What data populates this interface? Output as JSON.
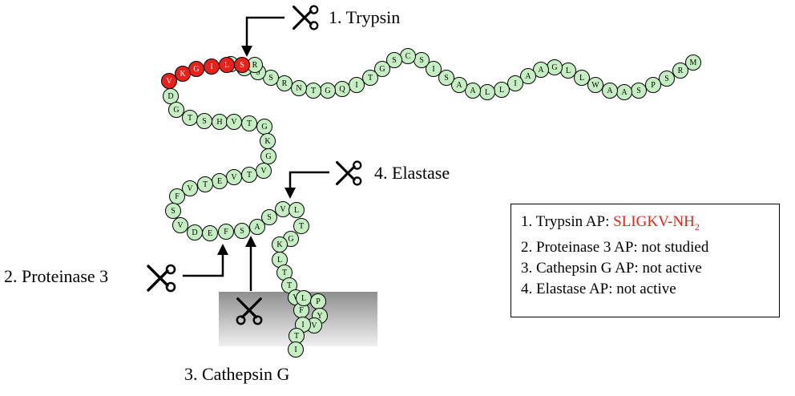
{
  "colors": {
    "residue_fill": "#c6eec3",
    "residue_highlight": "#e8221a",
    "membrane_top": "#8f8f8f",
    "membrane_bottom": "#f0f0f0",
    "highlight_text": "#e8221a"
  },
  "icons": {
    "protease": "scissors-icon"
  },
  "cleavage_sites": {
    "trypsin": "1. Trypsin",
    "elastase": "4. Elastase",
    "proteinase3": "2. Proteinase 3",
    "cathepsin_g": "3. Cathepsin G"
  },
  "sequence": [
    {
      "aa": "M",
      "hl": false
    },
    {
      "aa": "R",
      "hl": false
    },
    {
      "aa": "S",
      "hl": false
    },
    {
      "aa": "P",
      "hl": false
    },
    {
      "aa": "S",
      "hl": false
    },
    {
      "aa": "A",
      "hl": false
    },
    {
      "aa": "A",
      "hl": false
    },
    {
      "aa": "W",
      "hl": false
    },
    {
      "aa": "L",
      "hl": false
    },
    {
      "aa": "L",
      "hl": false
    },
    {
      "aa": "G",
      "hl": false
    },
    {
      "aa": "A",
      "hl": false
    },
    {
      "aa": "A",
      "hl": false
    },
    {
      "aa": "I",
      "hl": false
    },
    {
      "aa": "L",
      "hl": false
    },
    {
      "aa": "L",
      "hl": false
    },
    {
      "aa": "A",
      "hl": false
    },
    {
      "aa": "A",
      "hl": false
    },
    {
      "aa": "S",
      "hl": false
    },
    {
      "aa": "I",
      "hl": false
    },
    {
      "aa": "S",
      "hl": false
    },
    {
      "aa": "C",
      "hl": false
    },
    {
      "aa": "S",
      "hl": false
    },
    {
      "aa": "G",
      "hl": false
    },
    {
      "aa": "T",
      "hl": false
    },
    {
      "aa": "I",
      "hl": false
    },
    {
      "aa": "Q",
      "hl": false
    },
    {
      "aa": "G",
      "hl": false
    },
    {
      "aa": "T",
      "hl": false
    },
    {
      "aa": "N",
      "hl": false
    },
    {
      "aa": "R",
      "hl": false
    },
    {
      "aa": "S",
      "hl": false
    },
    {
      "aa": "S",
      "hl": false
    },
    {
      "aa": "K",
      "hl": false
    },
    {
      "aa": "G",
      "hl": false
    },
    {
      "aa": "R",
      "hl": false
    },
    {
      "aa": "S",
      "hl": true
    },
    {
      "aa": "L",
      "hl": true
    },
    {
      "aa": "I",
      "hl": true
    },
    {
      "aa": "G",
      "hl": true
    },
    {
      "aa": "K",
      "hl": true
    },
    {
      "aa": "V",
      "hl": true
    },
    {
      "aa": "D",
      "hl": false
    },
    {
      "aa": "G",
      "hl": false
    },
    {
      "aa": "T",
      "hl": false
    },
    {
      "aa": "S",
      "hl": false
    },
    {
      "aa": "H",
      "hl": false
    },
    {
      "aa": "V",
      "hl": false
    },
    {
      "aa": "T",
      "hl": false
    },
    {
      "aa": "G",
      "hl": false
    },
    {
      "aa": "K",
      "hl": false
    },
    {
      "aa": "G",
      "hl": false
    },
    {
      "aa": "V",
      "hl": false
    },
    {
      "aa": "T",
      "hl": false
    },
    {
      "aa": "V",
      "hl": false
    },
    {
      "aa": "E",
      "hl": false
    },
    {
      "aa": "T",
      "hl": false
    },
    {
      "aa": "V",
      "hl": false
    },
    {
      "aa": "F",
      "hl": false
    },
    {
      "aa": "S",
      "hl": false
    },
    {
      "aa": "V",
      "hl": false
    },
    {
      "aa": "D",
      "hl": false
    },
    {
      "aa": "E",
      "hl": false
    },
    {
      "aa": "F",
      "hl": false
    },
    {
      "aa": "S",
      "hl": false
    },
    {
      "aa": "A",
      "hl": false
    },
    {
      "aa": "S",
      "hl": false
    },
    {
      "aa": "V",
      "hl": false
    },
    {
      "aa": "L",
      "hl": false
    },
    {
      "aa": "T",
      "hl": false
    },
    {
      "aa": "G",
      "hl": false
    },
    {
      "aa": "K",
      "hl": false
    },
    {
      "aa": "L",
      "hl": false
    },
    {
      "aa": "T",
      "hl": false
    },
    {
      "aa": "T",
      "hl": false
    },
    {
      "aa": "V",
      "hl": false
    },
    {
      "aa": "F",
      "hl": false
    },
    {
      "aa": "L",
      "hl": false
    },
    {
      "aa": "P",
      "hl": false
    },
    {
      "aa": "Y",
      "hl": false
    },
    {
      "aa": "V",
      "hl": false
    },
    {
      "aa": "I",
      "hl": false
    },
    {
      "aa": "T",
      "hl": false
    },
    {
      "aa": "I",
      "hl": false
    }
  ],
  "legend": {
    "rows": [
      {
        "text": "1.  Trypsin AP: ",
        "highlight": "SLIGKV-NH",
        "sub": "2"
      },
      {
        "text": "2.  Proteinase 3 AP: not studied",
        "highlight": "",
        "sub": ""
      },
      {
        "text": "3.  Cathepsin G AP: not active",
        "highlight": "",
        "sub": ""
      },
      {
        "text": "4.  Elastase AP: not active",
        "highlight": "",
        "sub": ""
      }
    ]
  }
}
